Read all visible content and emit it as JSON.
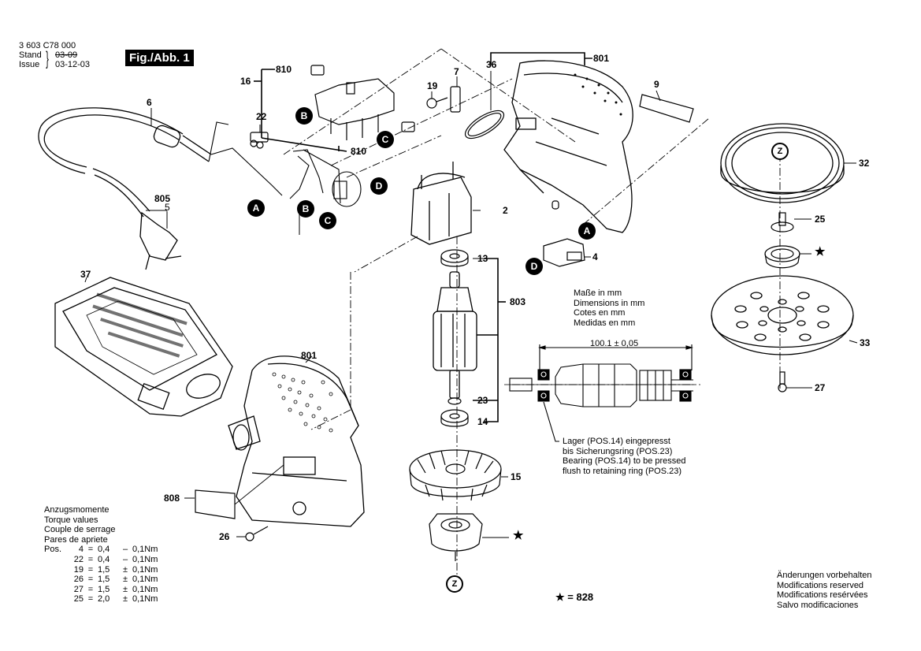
{
  "header": {
    "part_number": "3 603 C78 000",
    "stand_label": "Stand",
    "issue_label": "Issue",
    "stand_date_struck": "03-09",
    "issue_date": "03-12-03",
    "figure_label": "Fig./Abb. 1"
  },
  "callouts": {
    "p6": "6",
    "p805": "805",
    "p5": "5",
    "p16": "16",
    "p810a": "810",
    "p810b": "810",
    "p22": "22",
    "p19": "19",
    "p7": "7",
    "p36": "36",
    "p801a": "801",
    "p9": "9",
    "p2": "2",
    "p13": "13",
    "p4": "4",
    "p803": "803",
    "p23": "23",
    "p14": "14",
    "p15": "15",
    "p37": "37",
    "p801b": "801",
    "p808": "808",
    "p26": "26",
    "p32": "32",
    "p25": "25",
    "p33": "33",
    "p27": "27",
    "star": "★"
  },
  "connectors": {
    "A": "A",
    "B": "B",
    "C": "C",
    "D": "D",
    "Z": "Z"
  },
  "dimensions_note": [
    "Maße in mm",
    "Dimensions in mm",
    "Cotes en mm",
    "Medidas en mm"
  ],
  "dimension_value": "100.1 ± 0,05",
  "bearing_note": [
    "Lager (POS.14) eingepresst",
    "bis Sicherungsring (POS.23)",
    "Bearing (POS.14) to be pressed",
    "flush to retaining ring (POS.23)"
  ],
  "torque": {
    "heading": [
      "Anzugsmomente",
      "Torque values",
      "Couple de serrage",
      "Pares de apriete"
    ],
    "pos_label": "Pos.",
    "rows": [
      {
        "pos": "4",
        "eq": "=",
        "val": "0,4",
        "op": "–",
        "tol": "0,1Nm"
      },
      {
        "pos": "22",
        "eq": "=",
        "val": "0,4",
        "op": "–",
        "tol": "0,1Nm"
      },
      {
        "pos": "19",
        "eq": "=",
        "val": "1,5",
        "op": "±",
        "tol": "0,1Nm"
      },
      {
        "pos": "26",
        "eq": "=",
        "val": "1,5",
        "op": "±",
        "tol": "0,1Nm"
      },
      {
        "pos": "27",
        "eq": "=",
        "val": "1,5",
        "op": "±",
        "tol": "0,1Nm"
      },
      {
        "pos": "25",
        "eq": "=",
        "val": "2,0",
        "op": "±",
        "tol": "0,1Nm"
      }
    ]
  },
  "star_legend": "★ = 828",
  "modifications_note": [
    "Änderungen vorbehalten",
    "Modifications reserved",
    "Modifications resérvées",
    "Salvo modificaciones"
  ]
}
